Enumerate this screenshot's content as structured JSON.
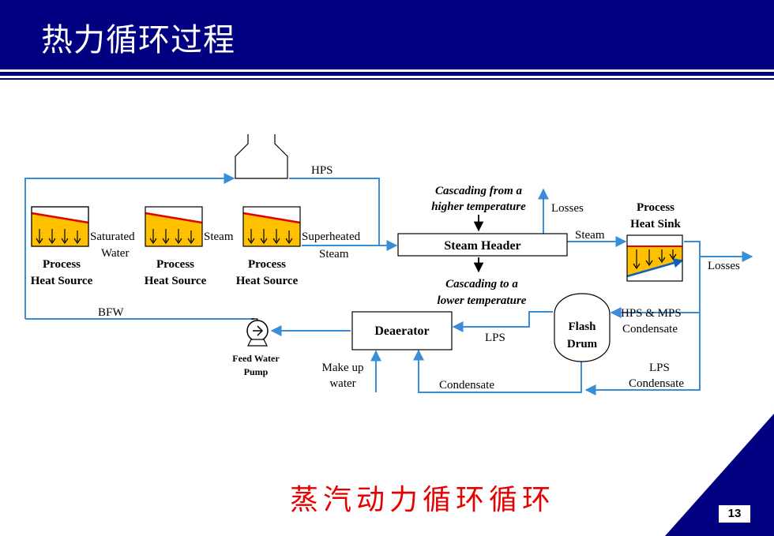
{
  "slide": {
    "title": "热力循环过程",
    "subtitle": "蒸汽动力循环循环",
    "page_number": "13"
  },
  "colors": {
    "title_bar": "#000080",
    "flow_line": "#3a8ed8",
    "heat_fill": "#ffc000",
    "heat_line": "#e00000",
    "sink_line": "#1060c0",
    "subtitle": "#e60000"
  },
  "diagram": {
    "heat_sources": [
      {
        "label_1": "Process",
        "label_2": "Heat Source"
      },
      {
        "label_1": "Process",
        "label_2": "Heat Source"
      },
      {
        "label_1": "Process",
        "label_2": "Heat Source"
      }
    ],
    "stream_labels": {
      "saturated": "Saturated",
      "water": "Water",
      "steam_1": "Steam",
      "superheated": "Superheated",
      "superheated_steam": "Steam",
      "hps": "HPS",
      "bfw": "BFW",
      "steam_to_sink": "Steam",
      "losses_top": "Losses",
      "losses_right": "Losses",
      "lps": "LPS",
      "hps_mps": "HPS & MPS",
      "hps_mps_condensate": "Condensate",
      "lps_2": "LPS",
      "lps_condensate": "Condensate",
      "condensate": "Condensate",
      "make_up_1": "Make up",
      "make_up_2": "water"
    },
    "steam_header": "Steam Header",
    "cascade_up_1": "Cascading from a",
    "cascade_up_2": "higher temperature",
    "cascade_down_1": "Cascading to a",
    "cascade_down_2": "lower temperature",
    "heat_sink_1": "Process",
    "heat_sink_2": "Heat Sink",
    "deaerator": "Deaerator",
    "flash_drum_1": "Flash",
    "flash_drum_2": "Drum",
    "pump_1": "Feed Water",
    "pump_2": "Pump"
  }
}
